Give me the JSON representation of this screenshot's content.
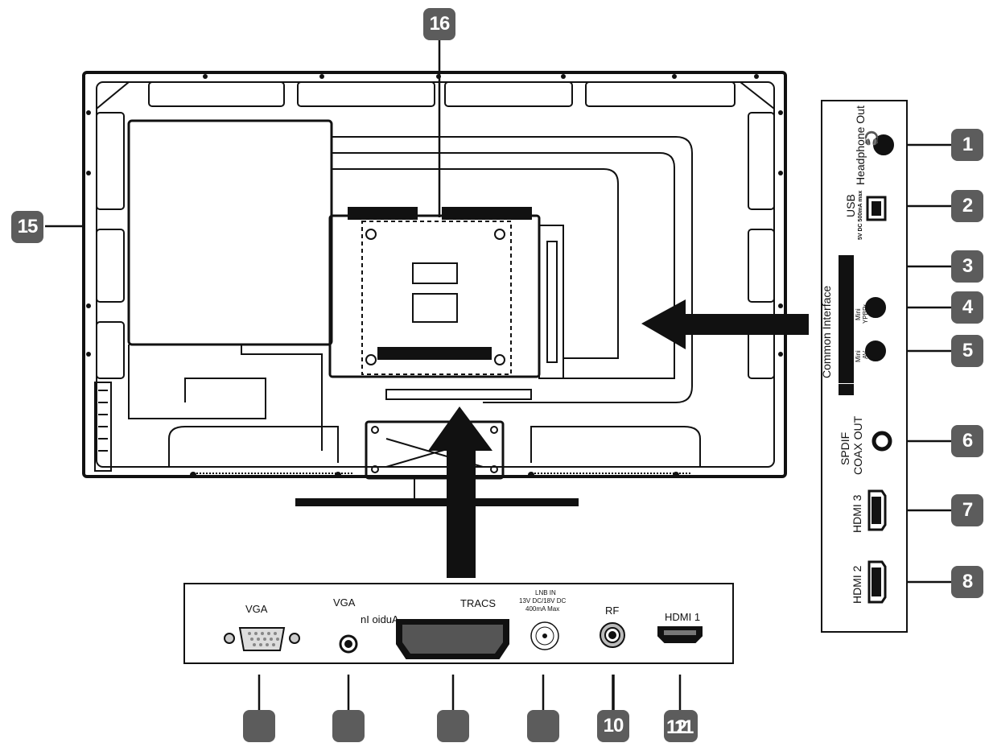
{
  "callouts": {
    "c1": "1",
    "c2": "2",
    "c3": "3",
    "c4": "4",
    "c5": "5",
    "c6": "6",
    "c7": "7",
    "c8": "8",
    "c10": "10",
    "c12": "12",
    "c11": "11",
    "c15": "15",
    "c16": "16"
  },
  "side_panel": {
    "headphone": "Headphone Out",
    "usb": "USB",
    "usb_rating": "5V DC 500mA max",
    "common_interface": "Common Interface",
    "mini_ypbpr_line1": "Mini",
    "mini_ypbpr_line2": "YPBPr",
    "mini_av_line1": "Mini",
    "mini_av_line2": "AV",
    "spdif_line1": "SPDIF",
    "spdif_line2": "COAX OUT",
    "hdmi3": "HDMI 3",
    "hdmi2": "HDMI 2"
  },
  "bottom_panel": {
    "vga": "VGA",
    "vga2": "VGA",
    "audio_in": "nI oiduA",
    "scart": "TRACS",
    "lnb_line1": "LNB IN",
    "lnb_line2": "13V DC/18V DC",
    "lnb_line3": "400mA Max",
    "rf": "RF",
    "hdmi1": "HDMI 1"
  },
  "colors": {
    "badge": "#5c5c5c",
    "line": "#111111"
  }
}
